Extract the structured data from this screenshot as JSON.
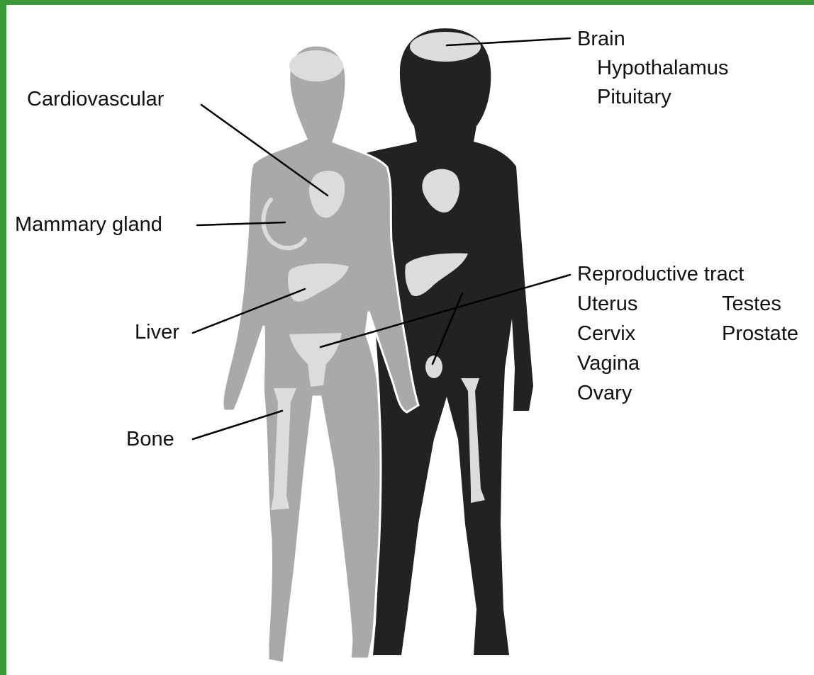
{
  "colors": {
    "frame": "#3a9a3a",
    "female_body": "#a9a9a9",
    "male_body": "#222222",
    "organ": "#dcdcdc",
    "line": "#000000",
    "text": "#111111"
  },
  "labels": {
    "brain": "Brain",
    "hypothalamus": "Hypothalamus",
    "pituitary": "Pituitary",
    "cardiovascular": "Cardiovascular",
    "mammary_gland": "Mammary gland",
    "liver": "Liver",
    "bone": "Bone",
    "reproductive_tract": "Reproductive tract",
    "uterus": "Uterus",
    "cervix": "Cervix",
    "vagina": "Vagina",
    "ovary": "Ovary",
    "testes": "Testes",
    "prostate": "Prostate"
  }
}
